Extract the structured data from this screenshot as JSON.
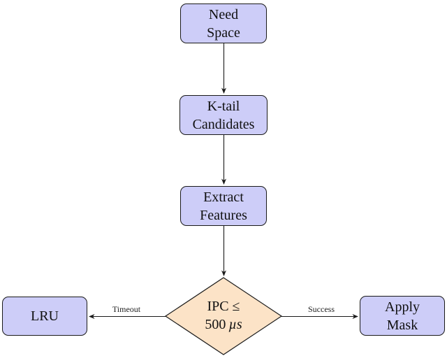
{
  "diagram": {
    "nodes": {
      "need_space": {
        "line1": "Need",
        "line2": "Space"
      },
      "ktail_candidates": {
        "line1": "K-tail",
        "line2": "Candidates"
      },
      "extract_features": {
        "line1": "Extract",
        "line2": "Features"
      },
      "decision": {
        "line1": "IPC ≤",
        "value": "500",
        "unit": "µs"
      },
      "lru": {
        "label": "LRU"
      },
      "apply_mask": {
        "line1": "Apply",
        "line2": "Mask"
      }
    },
    "edge_labels": {
      "timeout": "Timeout",
      "success": "Success"
    },
    "colors": {
      "process_fill": "#cdcdf8",
      "decision_fill": "#fce3c7",
      "stroke": "#1a1a1a",
      "background": "#ffffff"
    }
  }
}
